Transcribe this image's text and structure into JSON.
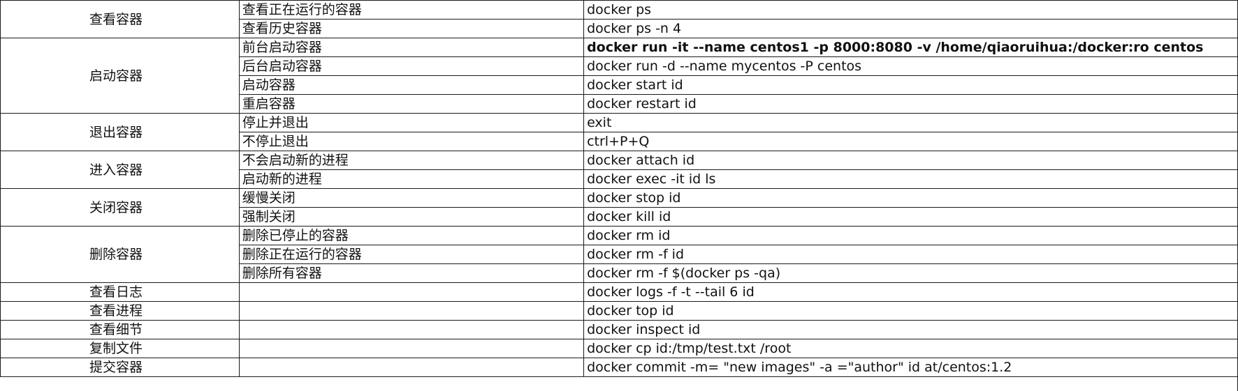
{
  "sheet": {
    "groups": [
      {
        "category": "查看容器",
        "rows": [
          {
            "desc": "查看正在运行的容器",
            "cmd": "docker ps"
          },
          {
            "desc": "查看历史容器",
            "cmd": "docker ps -n 4"
          }
        ]
      },
      {
        "category": "启动容器",
        "rows": [
          {
            "desc": "前台启动容器",
            "cmd": "docker run -it --name centos1 -p 8000:8080 -v /home/qiaoruihua:/docker:ro centos",
            "bold": true
          },
          {
            "desc": "后台启动容器",
            "cmd": "docker run -d --name mycentos -P centos"
          },
          {
            "desc": "启动容器",
            "cmd": "docker start id"
          },
          {
            "desc": "重启容器",
            "cmd": "docker restart id"
          }
        ]
      },
      {
        "category": "退出容器",
        "rows": [
          {
            "desc": "停止并退出",
            "cmd": "exit"
          },
          {
            "desc": "不停止退出",
            "cmd": "ctrl+P+Q"
          }
        ]
      },
      {
        "category": "进入容器",
        "rows": [
          {
            "desc": "不会启动新的进程",
            "cmd": "docker attach id"
          },
          {
            "desc": "启动新的进程",
            "cmd": "docker exec -it id  ls"
          }
        ]
      },
      {
        "category": "关闭容器",
        "rows": [
          {
            "desc": "缓慢关闭",
            "cmd": "docker stop id"
          },
          {
            "desc": "强制关闭",
            "cmd": "docker kill id"
          }
        ]
      },
      {
        "category": "删除容器",
        "rows": [
          {
            "desc": "删除已停止的容器",
            "cmd": "docker rm id"
          },
          {
            "desc": "删除正在运行的容器",
            "cmd": "docker rm -f id"
          },
          {
            "desc": "删除所有容器",
            "cmd": "docker rm -f $(docker ps -qa)"
          }
        ]
      },
      {
        "category": "查看日志",
        "rows": [
          {
            "desc": "",
            "cmd": "docker logs -f -t --tail 6 id"
          }
        ]
      },
      {
        "category": "查看进程",
        "rows": [
          {
            "desc": "",
            "cmd": "docker top id"
          }
        ]
      },
      {
        "category": "查看细节",
        "rows": [
          {
            "desc": "",
            "cmd": "docker inspect id"
          }
        ]
      },
      {
        "category": "复制文件",
        "rows": [
          {
            "desc": "",
            "cmd": "docker cp id:/tmp/test.txt  /root"
          }
        ]
      },
      {
        "category": "提交容器",
        "rows": [
          {
            "desc": "",
            "cmd": "docker commit -m= \"new images\" -a =\"author\" id  at/centos:1.2"
          }
        ]
      }
    ]
  }
}
